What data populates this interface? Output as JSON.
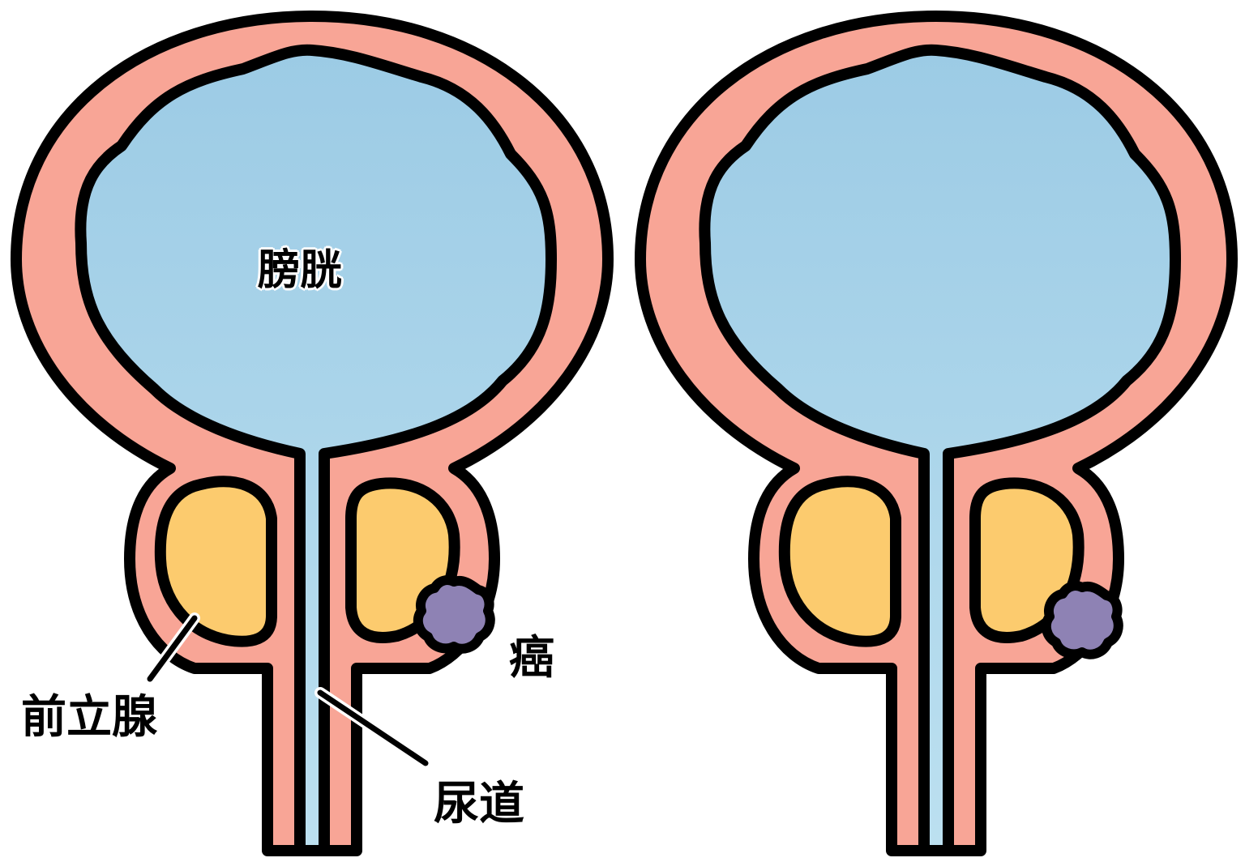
{
  "diagram": {
    "panels": [
      {
        "id": "left",
        "labels": {
          "bladder": "膀胱",
          "prostate": "前立腺",
          "urethra": "尿道",
          "cancer": "癌"
        }
      },
      {
        "id": "right",
        "labels": {}
      }
    ]
  },
  "colors": {
    "outline": "#000000",
    "wall": "#F8A596",
    "lumen_top": "#9CCBE5",
    "lumen_bottom": "#B9DFEF",
    "prostate": "#FCCB6E",
    "tumor": "#8E82B4",
    "background": "#FFFFFF"
  }
}
